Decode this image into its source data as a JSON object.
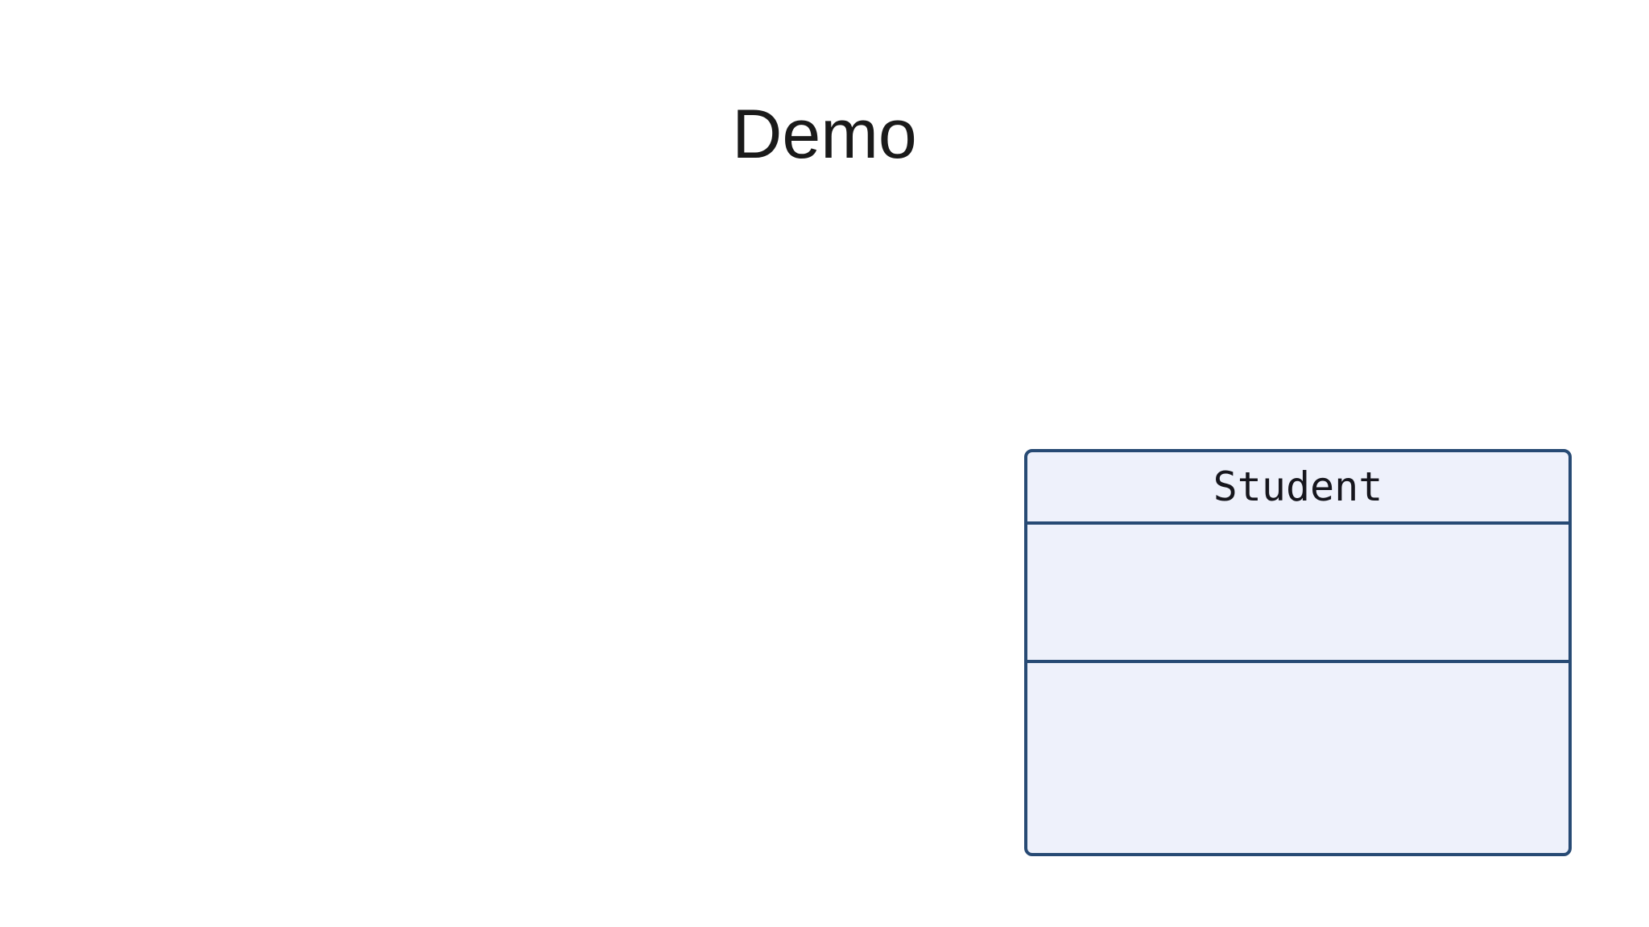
{
  "page": {
    "background": "#ffffff",
    "title": "Demo"
  },
  "diagram": {
    "type": "uml-class-diagram",
    "classes": [
      {
        "name": "Student",
        "attributes": [],
        "methods": [],
        "fill_color": "#eef1fb",
        "border_color": "#274a74",
        "text_color": "#16161d"
      }
    ]
  }
}
